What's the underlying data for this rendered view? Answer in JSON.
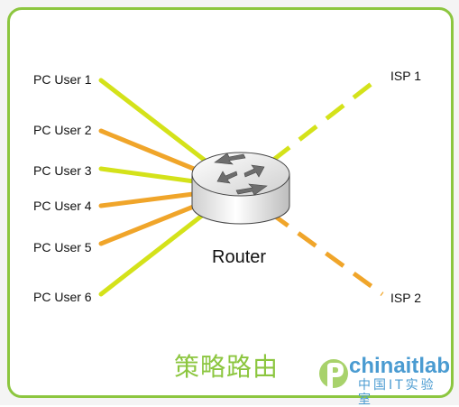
{
  "users": [
    {
      "id": 1,
      "label": "PC User 1",
      "color": "#d4e21a"
    },
    {
      "id": 2,
      "label": "PC User 2",
      "color": "#f0a52a"
    },
    {
      "id": 3,
      "label": "PC User 3",
      "color": "#d4e21a"
    },
    {
      "id": 4,
      "label": "PC User 4",
      "color": "#f0a52a"
    },
    {
      "id": 5,
      "label": "PC User 5",
      "color": "#f0a52a"
    },
    {
      "id": 6,
      "label": "PC User 6",
      "color": "#d4e21a"
    }
  ],
  "isps": [
    {
      "id": 1,
      "label": "ISP 1",
      "color": "#d4e21a"
    },
    {
      "id": 2,
      "label": "ISP 2",
      "color": "#f0a52a"
    }
  ],
  "router": {
    "label": "Router"
  },
  "caption": "策略路由",
  "watermark": {
    "brand": "chinaitlab",
    "subtitle": "中国IT实验室"
  },
  "colors": {
    "frame": "#8cc63f",
    "yellow": "#d4e21a",
    "orange": "#f0a52a",
    "brand_blue": "#4a9bd1"
  }
}
